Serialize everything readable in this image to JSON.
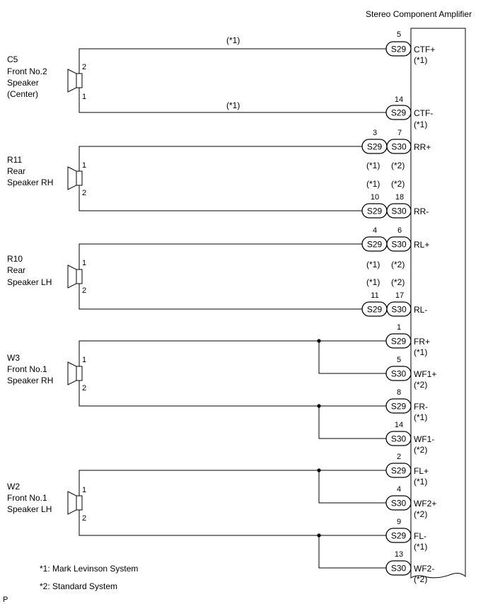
{
  "amplifier": {
    "label": "Stereo Component Amplifier"
  },
  "speakers": [
    {
      "code": "C5",
      "name_lines": [
        "Front No.2",
        "Speaker",
        "(Center)"
      ],
      "pin_top": "2",
      "pin_bottom": "1"
    },
    {
      "code": "R11",
      "name_lines": [
        "Rear",
        "Speaker RH"
      ],
      "pin_top": "1",
      "pin_bottom": "2"
    },
    {
      "code": "R10",
      "name_lines": [
        "Rear",
        "Speaker LH"
      ],
      "pin_top": "1",
      "pin_bottom": "2"
    },
    {
      "code": "W3",
      "name_lines": [
        "Front No.1",
        "Speaker RH"
      ],
      "pin_top": "1",
      "pin_bottom": "2"
    },
    {
      "code": "W2",
      "name_lines": [
        "Front No.1",
        "Speaker LH"
      ],
      "pin_top": "1",
      "pin_bottom": "2"
    }
  ],
  "wire_notes": {
    "ctf_plus": "(*1)",
    "ctf_minus": "(*1)"
  },
  "terminals": [
    {
      "pin": "5",
      "connector": "S29",
      "signal": "CTF+",
      "note": "(*1)"
    },
    {
      "pin": "14",
      "connector": "S29",
      "signal": "CTF-",
      "note": "(*1)"
    },
    {
      "pin_a": "3",
      "pin_b": "7",
      "connector_a": "S29",
      "connector_b": "S30",
      "signal": "RR+",
      "note_a": "(*1)",
      "note_b": "(*2)"
    },
    {
      "pin_a": "10",
      "pin_b": "18",
      "connector_a": "S29",
      "connector_b": "S30",
      "signal": "RR-",
      "note_a": "(*1)",
      "note_b": "(*2)"
    },
    {
      "pin_a": "4",
      "pin_b": "6",
      "connector_a": "S29",
      "connector_b": "S30",
      "signal": "RL+",
      "note_a": "(*1)",
      "note_b": "(*2)"
    },
    {
      "pin_a": "11",
      "pin_b": "17",
      "connector_a": "S29",
      "connector_b": "S30",
      "signal": "RL-",
      "note_a": "(*1)",
      "note_b": "(*2)"
    },
    {
      "pin": "1",
      "connector": "S29",
      "signal": "FR+",
      "note": "(*1)"
    },
    {
      "pin": "5",
      "connector": "S30",
      "signal": "WF1+",
      "note": "(*2)"
    },
    {
      "pin": "8",
      "connector": "S29",
      "signal": "FR-",
      "note": "(*1)"
    },
    {
      "pin": "14",
      "connector": "S30",
      "signal": "WF1-",
      "note": "(*2)"
    },
    {
      "pin": "2",
      "connector": "S29",
      "signal": "FL+",
      "note": "(*1)"
    },
    {
      "pin": "4",
      "connector": "S30",
      "signal": "WF2+",
      "note": "(*2)"
    },
    {
      "pin": "9",
      "connector": "S29",
      "signal": "FL-",
      "note": "(*1)"
    },
    {
      "pin": "13",
      "connector": "S30",
      "signal": "WF2-",
      "note": "(*2)"
    }
  ],
  "legend": [
    "*1: Mark Levinson System",
    "*2: Standard System"
  ],
  "corner_mark": "P"
}
